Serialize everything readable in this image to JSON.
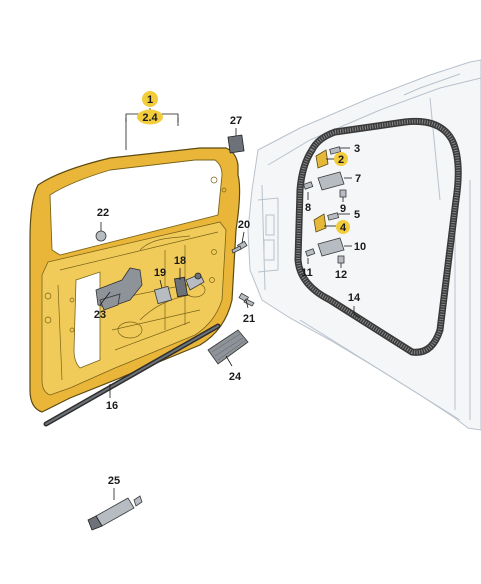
{
  "labels": {
    "l1": "1",
    "l2_4": "2.4",
    "l2": "2",
    "l3": "3",
    "l4": "4",
    "l5": "5",
    "l7": "7",
    "l8": "8",
    "l9": "9",
    "l10": "10",
    "l11": "11",
    "l12": "12",
    "l14": "14",
    "l16": "16",
    "l18": "18",
    "l19": "19",
    "l20": "20",
    "l21": "21",
    "l22": "22",
    "l23": "23",
    "l24": "24",
    "l25": "25",
    "l27": "27"
  },
  "colors": {
    "door": "#e9b63a",
    "highlight": "#f2cc3a",
    "seal": "#3a3a3a",
    "body_outline": "#b9c2cc"
  }
}
